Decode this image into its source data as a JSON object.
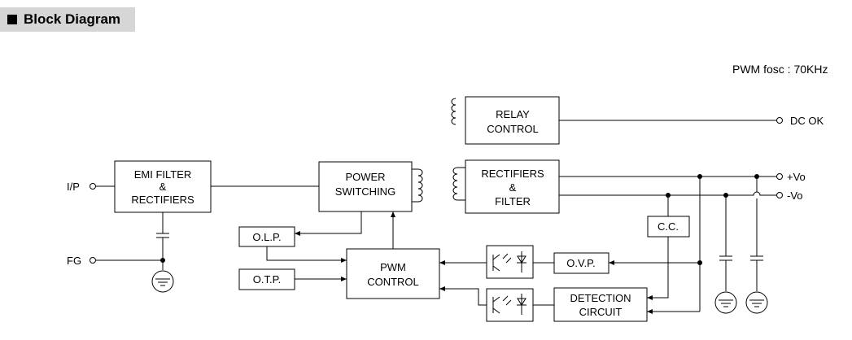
{
  "header": {
    "title": "Block Diagram",
    "bullet_icon": "filled-square-icon"
  },
  "note": "PWM fosc : 70KHz",
  "blocks": {
    "relay": [
      "RELAY",
      "CONTROL"
    ],
    "emi": [
      "EMI FILTER",
      "&",
      "RECTIFIERS"
    ],
    "power": [
      "POWER",
      "SWITCHING"
    ],
    "rect": [
      "RECTIFIERS",
      "&",
      "FILTER"
    ],
    "olp": "O.L.P.",
    "otp": "O.T.P.",
    "pwm": [
      "PWM",
      "CONTROL"
    ],
    "cc": "C.C.",
    "ovp": "O.V.P.",
    "det": [
      "DETECTION",
      "CIRCUIT"
    ]
  },
  "terminals": {
    "ip": "I/P",
    "fg": "FG",
    "dcok": "DC OK",
    "vplus": "+Vo",
    "vminus": "-Vo"
  },
  "icons": {
    "transformer": "transformer-coil-icon",
    "ground": "ground-icon",
    "optocoupler": "optocoupler-icon",
    "capacitor": "capacitor-icon"
  },
  "colors": {
    "line": "#000000",
    "header_bg": "#d6d6d6"
  }
}
